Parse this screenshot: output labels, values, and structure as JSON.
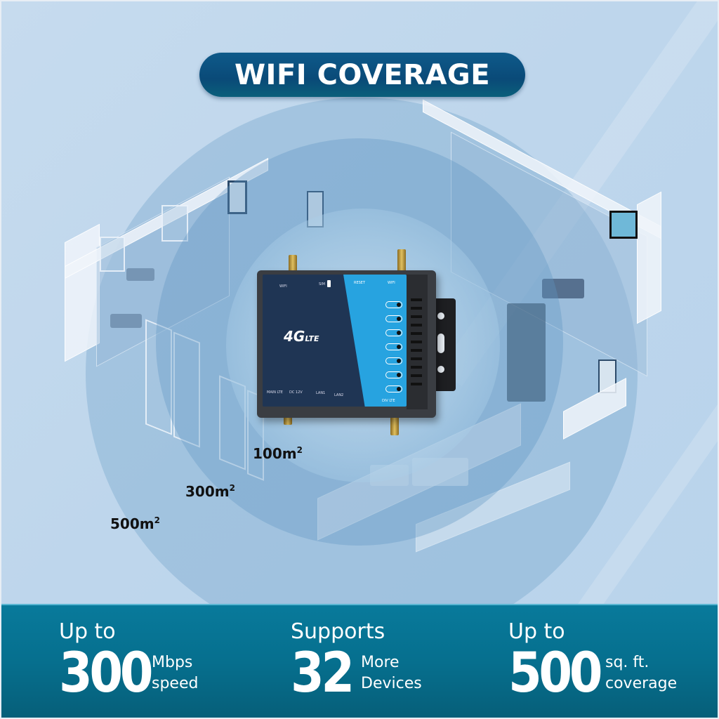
{
  "header": {
    "title": "WIFI COVERAGE"
  },
  "coverage_rings": [
    {
      "label": "100m",
      "superscript": "2"
    },
    {
      "label": "300m",
      "superscript": "2"
    },
    {
      "label": "500m",
      "superscript": "2"
    }
  ],
  "device": {
    "logo_main": "4G",
    "logo_sub": "LTE",
    "top_labels": [
      "WIFI",
      "SIM",
      "RESET",
      "WIFI"
    ],
    "bottom_labels": [
      "MAIN LTE",
      "DC 12V",
      "LAN1",
      "LAN2",
      "DIV LTE"
    ],
    "indicator_count": 7,
    "colors": {
      "panel_dark": "#1f3554",
      "panel_blue": "#27a3e0",
      "housing": "#3a3d42"
    }
  },
  "stats": [
    {
      "lead": "Up to",
      "value": "300",
      "unit_line1": "Mbps",
      "unit_line2": "speed"
    },
    {
      "lead": "Supports",
      "value": "32",
      "unit_line1": "More",
      "unit_line2": "Devices"
    },
    {
      "lead": "Up to",
      "value": "500",
      "unit_line1": "sq. ft.",
      "unit_line2": "coverage"
    }
  ],
  "colors": {
    "background": "#c3d9ee",
    "title_pill": "#0b4f7e",
    "band": "#077593"
  }
}
